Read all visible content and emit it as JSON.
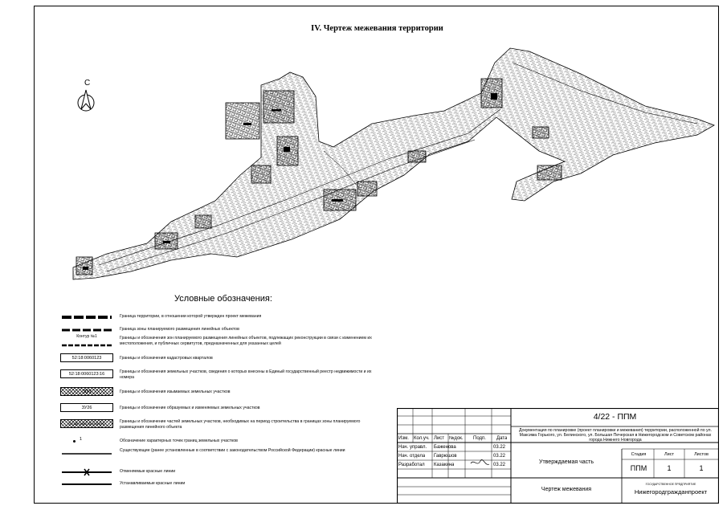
{
  "title": "IV. Чертеж межевания территории",
  "north_label": "С",
  "legend": {
    "heading": "Условные обозначения:",
    "items": [
      {
        "symbol": "boundary-territory",
        "text": "Граница территории, в отношении которой утвержден проект межевания"
      },
      {
        "symbol": "boundary-zone",
        "text": "Граница зоны планируемого размещения линейных объектов"
      },
      {
        "symbol": "contour",
        "symbol_label": "Контур №1",
        "text": "Границы и обозначения зон планируемого размещения линейных объектов, подлежащих реконструкции в связи с изменением их местоположения, и публичных сервитутов, предназначенных для указанных целей"
      },
      {
        "symbol": "box",
        "symbol_label": "52:18:0060123",
        "text": "Границы и обозначения кадастровых кварталов"
      },
      {
        "symbol": "box",
        "symbol_label": "52:18:0060123:16",
        "text": "Границы и обозначения земельных участков, сведения о которых внесены в Единый государственный реестр недвижимости и их номера"
      },
      {
        "symbol": "hatch-box",
        "symbol_label": ":ЗУ1",
        "text": "Границы и обозначения изымаемых земельных участков"
      },
      {
        "symbol": "box",
        "symbol_label": "ЗУ26",
        "text": "Границы и обозначение образуемых и изменяемых земельных участков"
      },
      {
        "symbol": "hatch-box",
        "symbol_label": "52:18:0060123:16/ЧЗУ1",
        "text": "Границы и обозначение частей земельных участков, необходимых на период строительства в границах зоны планируемого размещения линейного объекта"
      },
      {
        "symbol": "point",
        "symbol_label": "1",
        "text": "Обозначение характерных точек границ земельных участков"
      },
      {
        "symbol": "red-line-existing",
        "text": "Существующие (ранее установленные в соответствии с законодательством Российской Федерации) красные линии"
      },
      {
        "symbol": "red-line-cancel",
        "text": "Отменяемые красные линии"
      },
      {
        "symbol": "red-line-new",
        "text": "Устанавливаемые красные линии"
      }
    ]
  },
  "stamp": {
    "code": "4/22 - ППМ",
    "description": "Документация по планировке (проект планировки и межевания) территории, расположенной по ул. Максима Горького, ул. Белинского, ул. Большая Печерская в Нижегородском и Советском районах города Нижнего Новгорода",
    "headers": [
      "Изм.",
      "Кол.уч.",
      "Лист",
      "№док.",
      "Подп.",
      "Дата"
    ],
    "people": [
      {
        "role": "Нач. управл.",
        "name": "Баженова",
        "date": "03.22"
      },
      {
        "role": "Нач. отдела",
        "name": "Гаврюшов",
        "date": "03.22"
      },
      {
        "role": "Разработал",
        "name": "Казакина",
        "date": "03.22"
      }
    ],
    "part": "Утверждаемая часть",
    "stage_header": "Стадия",
    "sheet_header": "Лист",
    "sheets_header": "Листов",
    "stage": "ППМ",
    "sheet": "1",
    "sheets": "1",
    "drawing_name": "Чертеж межевания",
    "org_small": "ГОСУДАРСТВЕННОЕ ПРЕДПРИЯТИЕ",
    "org": "Нижегородгражданпроект"
  }
}
